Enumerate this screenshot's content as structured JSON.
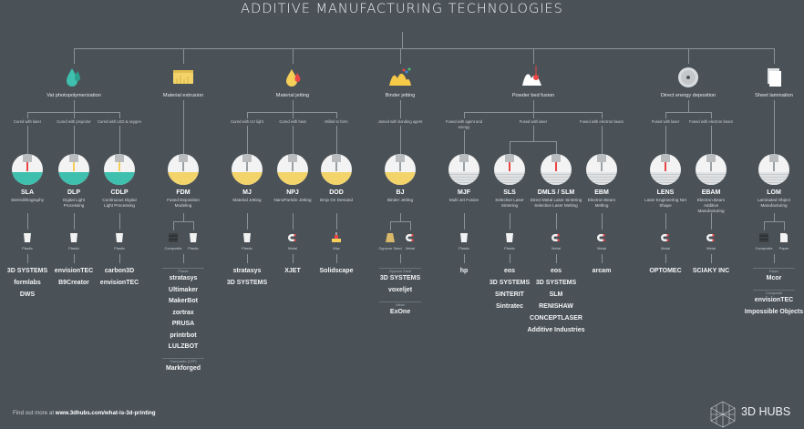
{
  "title": "ADDITIVE MANUFACTURING TECHNOLOGIES",
  "colors": {
    "vat": "#3fbfad",
    "extrusion": "#f3d46b",
    "jetting": "#f5cf58",
    "binder": "#f7c948",
    "powder": "#ffffff",
    "laser": "#f04a4a",
    "metal": "#d9dde0"
  },
  "categories": [
    {
      "label": "Vat photopolymerization",
      "icon": "droplet-icon",
      "color": "#3fbfad",
      "techs": [
        {
          "abbr": "SLA",
          "desc": "Stereolithography",
          "method": "Cured with laser",
          "materials": [
            "Plastic"
          ],
          "brands": [
            {
              "items": [
                "3D SYSTEMS",
                "formlabs",
                "DWS"
              ]
            }
          ]
        },
        {
          "abbr": "DLP",
          "desc": "Digital Light Processing",
          "method": "Cured with projector",
          "materials": [
            "Plastic"
          ],
          "brands": [
            {
              "items": [
                "envisionTEC",
                "B9Creator"
              ]
            }
          ]
        },
        {
          "abbr": "CDLP",
          "desc": "Continuous Digital Light Processing",
          "method": "Cured with LED & oxygen",
          "materials": [
            "Plastic"
          ],
          "brands": [
            {
              "items": [
                "carbon3D",
                "envisionTEC"
              ]
            }
          ]
        }
      ]
    },
    {
      "label": "Material extrusion",
      "icon": "extrusion-block-icon",
      "color": "#f3d46b",
      "techs": [
        {
          "abbr": "FDM",
          "desc": "Fused Deposition Modeling",
          "method": "",
          "materials": [
            "Composite",
            "Plastic"
          ],
          "brands": [
            {
              "heading": "Plastic",
              "items": [
                "stratasys",
                "Ultimaker",
                "MakerBot",
                "zortrax",
                "PRUSA",
                "printrbot",
                "LULZBOT"
              ]
            },
            {
              "heading": "Composite (CFF)",
              "items": [
                "Markforged"
              ]
            }
          ]
        }
      ]
    },
    {
      "label": "Material jetting",
      "icon": "drop-icon",
      "color": "#f5cf58",
      "techs": [
        {
          "abbr": "MJ",
          "desc": "Material Jetting",
          "method": "Cured with UV light",
          "materials": [
            "Plastic"
          ],
          "brands": [
            {
              "items": [
                "stratasys",
                "3D SYSTEMS"
              ]
            }
          ]
        },
        {
          "abbr": "NPJ",
          "desc": "NanoParticle Jetting",
          "method": "Cured with heat",
          "materials": [
            "Metal"
          ],
          "brands": [
            {
              "items": [
                "XJET"
              ]
            }
          ]
        },
        {
          "abbr": "DOD",
          "desc": "Drop On Demand",
          "method": "Milled to form",
          "materials": [
            "Wax"
          ],
          "brands": [
            {
              "items": [
                "Solidscape"
              ]
            }
          ]
        }
      ]
    },
    {
      "label": "Binder jetting",
      "icon": "powder-hill-icon",
      "color": "#f7c948",
      "techs": [
        {
          "abbr": "BJ",
          "desc": "Binder Jetting",
          "method": "Joined with bonding agent",
          "materials": [
            "Gypsum Sand",
            "Metal"
          ],
          "brands": [
            {
              "heading": "Gypsum Sand",
              "items": [
                "3D SYSTEMS",
                "voxeljet"
              ]
            },
            {
              "heading": "Metal",
              "items": [
                "ExOne"
              ]
            }
          ]
        }
      ]
    },
    {
      "label": "Powder bed fusion",
      "icon": "powder-laser-icon",
      "color": "#ffffff",
      "techs": [
        {
          "abbr": "MJF",
          "desc": "Multi Jet Fusion",
          "method": "Fused with agent and energy",
          "materials": [
            "Plastic"
          ],
          "brands": [
            {
              "items": [
                "hp"
              ]
            }
          ]
        },
        {
          "abbr": "SLS",
          "desc": "Selective Laser Sintering",
          "method": "Fused with laser",
          "materials": [
            "Plastic"
          ],
          "brands": [
            {
              "items": [
                "eos",
                "3D SYSTEMS",
                "SINTERIT",
                "Sintratec"
              ]
            }
          ]
        },
        {
          "abbr": "DMLS / SLM",
          "desc": "Direct Metal Laser Sintering Selective Laser Melting",
          "method": "",
          "materials": [
            "Metal"
          ],
          "brands": [
            {
              "items": [
                "eos",
                "3D SYSTEMS",
                "SLM",
                "RENISHAW",
                "CONCEPTLASER",
                "Additive Industries"
              ]
            }
          ]
        },
        {
          "abbr": "EBM",
          "desc": "Electron Beam Melting",
          "method": "Fused with electron beam",
          "materials": [
            "Metal"
          ],
          "brands": [
            {
              "items": [
                "arcam"
              ]
            }
          ]
        }
      ]
    },
    {
      "label": "Direct energy deposition",
      "icon": "wire-spool-icon",
      "color": "#d9dde0",
      "techs": [
        {
          "abbr": "LENS",
          "desc": "Laser Engineering Net Shape",
          "method": "Fused with laser",
          "materials": [
            "Metal"
          ],
          "brands": [
            {
              "items": [
                "OPTOMEC"
              ]
            }
          ]
        },
        {
          "abbr": "EBAM",
          "desc": "Electron Beam Additive Manufacturing",
          "method": "Fused with electron beam",
          "materials": [
            "Metal"
          ],
          "brands": [
            {
              "items": [
                "SCIAKY INC"
              ]
            }
          ]
        }
      ]
    },
    {
      "label": "Sheet lamination",
      "icon": "paper-sheets-icon",
      "color": "#ffffff",
      "techs": [
        {
          "abbr": "LOM",
          "desc": "Laminated Object Manufacturing",
          "method": "",
          "materials": [
            "Composite",
            "Paper"
          ],
          "brands": [
            {
              "heading": "Paper",
              "items": [
                "Mcor"
              ]
            },
            {
              "heading": "Composite",
              "items": [
                "envisionTEC",
                "Impossible Objects"
              ]
            }
          ]
        }
      ]
    }
  ],
  "footer": {
    "prefix": "Find out more at ",
    "link": "www.3dhubs.com/what-is-3d-printing"
  },
  "logo": {
    "text": "3D HUBS"
  }
}
